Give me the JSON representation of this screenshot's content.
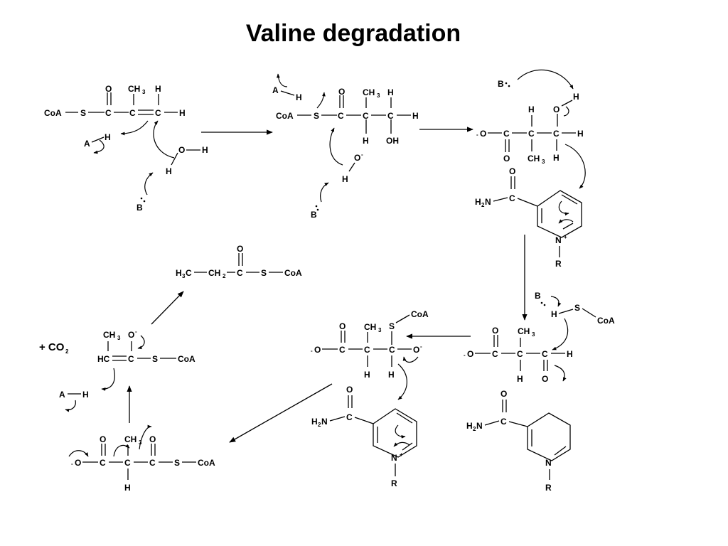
{
  "title": "Valine degradation",
  "co2_label": "+ CO",
  "co2_subscript": "2",
  "labels": {
    "coa": "CoA",
    "s": "S",
    "c": "C",
    "o": "O",
    "h": "H",
    "ch": "CH",
    "sub3": "3",
    "sub2": "2",
    "oh": "OH",
    "a": "A",
    "b": "B",
    "n": "N",
    "r": "R",
    "hc": "HC",
    "h3c": "H",
    "ch2": "CH",
    "minus": "-",
    "plus": "+"
  }
}
